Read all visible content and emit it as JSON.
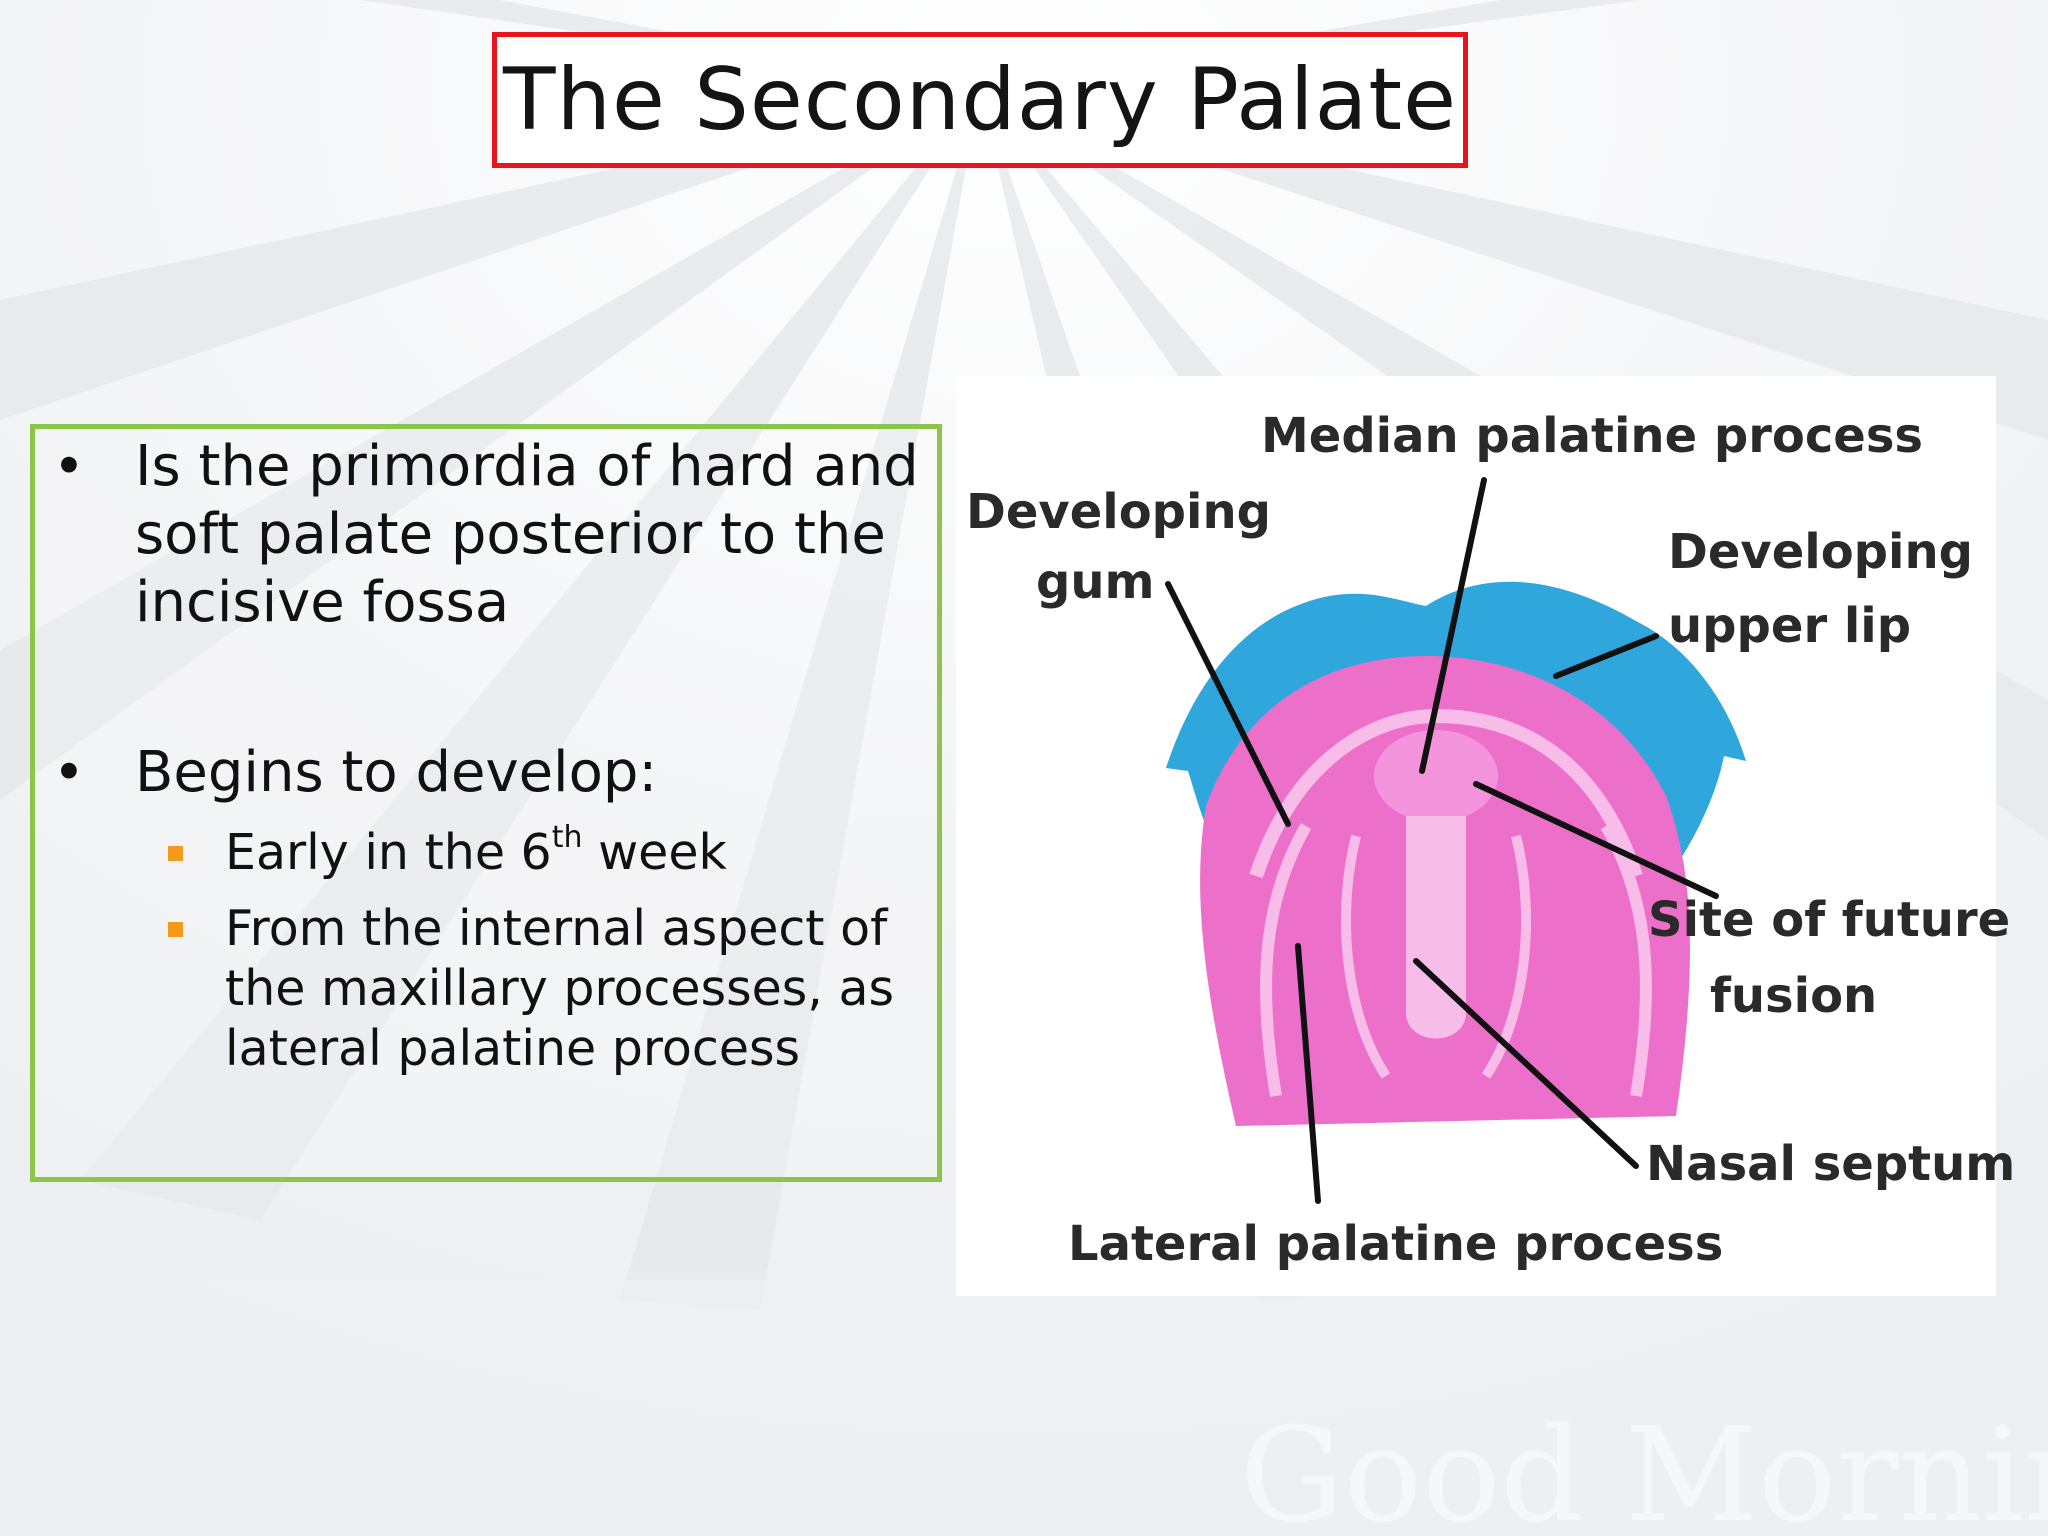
{
  "slide": {
    "title": "The Secondary Palate",
    "watermark": "Good Morning!"
  },
  "content": {
    "bullet1": "Is the primordia of hard and soft palate posterior to the incisive fossa",
    "bullet2": "Begins to develop:",
    "sub1_prefix": "Early in the 6",
    "sub1_sup": "th",
    "sub1_suffix": " week",
    "sub2": "From the internal aspect of the maxillary processes, as lateral palatine process"
  },
  "figure": {
    "labels": {
      "median": "Median palatine process",
      "developing_gum_1": "Developing",
      "developing_gum_2": "gum",
      "upper_lip_1": "Developing",
      "upper_lip_2": "upper lip",
      "fusion_1": "Site of future",
      "fusion_2": "fusion",
      "nasal": "Nasal septum",
      "lateral": "Lateral palatine process"
    },
    "colors": {
      "lip": "#2fa6dc",
      "palate": "#ec6fc9",
      "palate_light": "#f7bde8"
    }
  },
  "colors": {
    "title_border": "#e8141e",
    "box_border": "#8bc54a",
    "sub_bullet": "#f39a1c"
  }
}
